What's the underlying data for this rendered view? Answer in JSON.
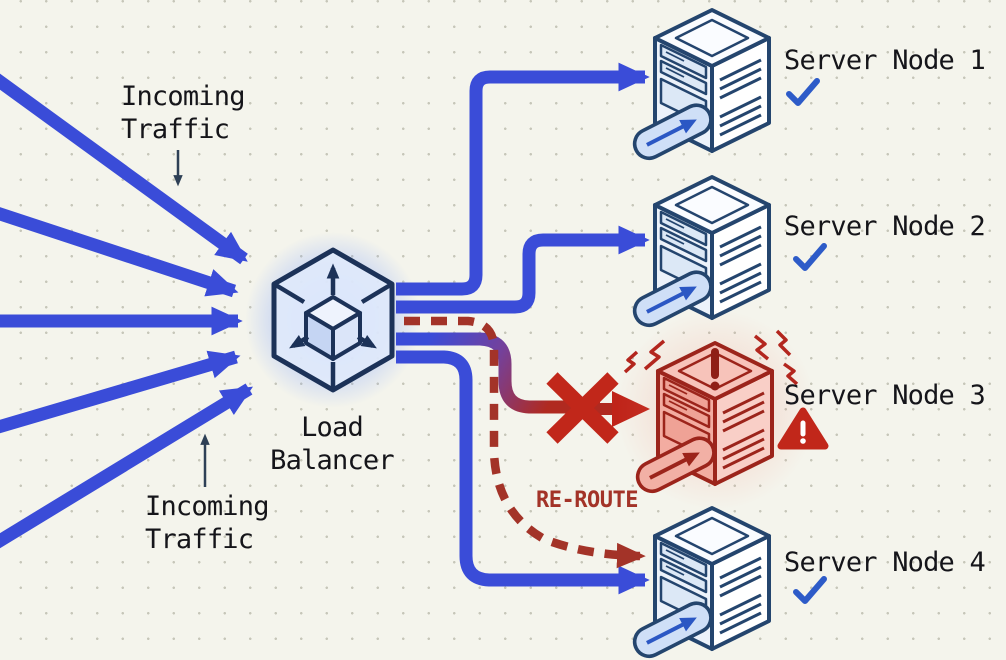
{
  "diagram": {
    "title_hint": "load-balancer-traffic-diagram",
    "labels": {
      "incoming_top": {
        "line1": "Incoming",
        "line2": "Traffic"
      },
      "incoming_bottom": {
        "line1": "Incoming",
        "line2": "Traffic"
      },
      "load_balancer": {
        "line1": "Load",
        "line2": "Balancer"
      },
      "reroute": "RE-ROUTE"
    },
    "load_balancer": {
      "icon": "load-balancer-cube-icon",
      "status": "active"
    },
    "nodes": [
      {
        "label": "Server Node 1",
        "status": "healthy",
        "status_icon": "checkmark-icon"
      },
      {
        "label": "Server Node 2",
        "status": "healthy",
        "status_icon": "checkmark-icon"
      },
      {
        "label": "Server Node 3",
        "status": "failed",
        "status_icon": "warning-triangle-icon"
      },
      {
        "label": "Server Node 4",
        "status": "healthy",
        "status_icon": "checkmark-icon"
      }
    ],
    "flows": {
      "incoming_arrow_count": 5,
      "routes": [
        {
          "to": "Server Node 1",
          "style": "solid-blue"
        },
        {
          "to": "Server Node 2",
          "style": "solid-blue"
        },
        {
          "to": "Server Node 3",
          "style": "blocked",
          "icon": "x-mark-icon"
        },
        {
          "to": "Server Node 4",
          "style": "solid-blue"
        },
        {
          "to": "Server Node 4",
          "style": "dashed-reroute",
          "label": "RE-ROUTE"
        }
      ]
    },
    "colors": {
      "traffic_blue": "#3a4cd8",
      "outline_navy": "#24456e",
      "failed_red": "#c1271a",
      "reroute_red": "#a33328",
      "check_blue": "#2d5bc8",
      "background": "#f4f4ec"
    }
  }
}
